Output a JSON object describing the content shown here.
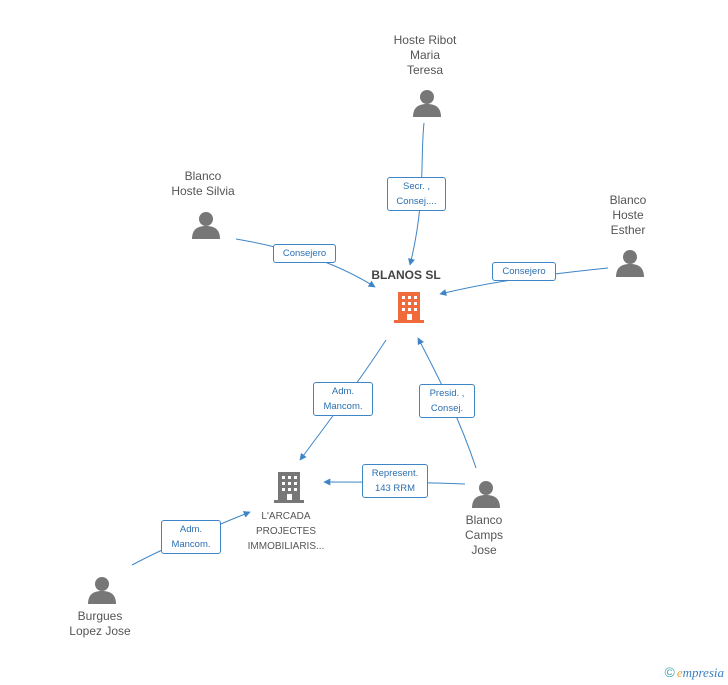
{
  "colors": {
    "edge": "#3d85c6",
    "person_icon": "#777777",
    "company_main": "#f06a3c",
    "company_other": "#777777"
  },
  "nodes": {
    "main": {
      "name": "BLANOS SL",
      "icon": "building-icon"
    },
    "hoste_ribot": {
      "name": "Hoste Ribot\nMaria\nTeresa",
      "icon": "person-icon"
    },
    "blanco_silvia": {
      "name": "Blanco\nHoste Silvia",
      "icon": "person-icon"
    },
    "blanco_esther": {
      "name": "Blanco\nHoste\nEsther",
      "icon": "person-icon"
    },
    "larcada": {
      "name": "L'ARCADA\nPROJECTES\nIMMOBILIARIS...",
      "icon": "building-icon"
    },
    "blanco_camps": {
      "name": "Blanco\nCamps\nJose",
      "icon": "person-icon"
    },
    "burgues": {
      "name": "Burgues\nLopez Jose",
      "icon": "person-icon"
    }
  },
  "edges": {
    "ribot_main": "Secr. ,\nConsej....",
    "silvia_main": "Consejero",
    "esther_main": "Consejero",
    "main_larcada": "Adm.\nMancom.",
    "camps_main": "Presid. ,\nConsej.",
    "camps_larcada": "Represent.\n143 RRM",
    "burgues_larcada": "Adm.\nMancom."
  },
  "footer": {
    "copyright": "©",
    "brand_initial": "e",
    "brand_rest": "mpresia"
  }
}
